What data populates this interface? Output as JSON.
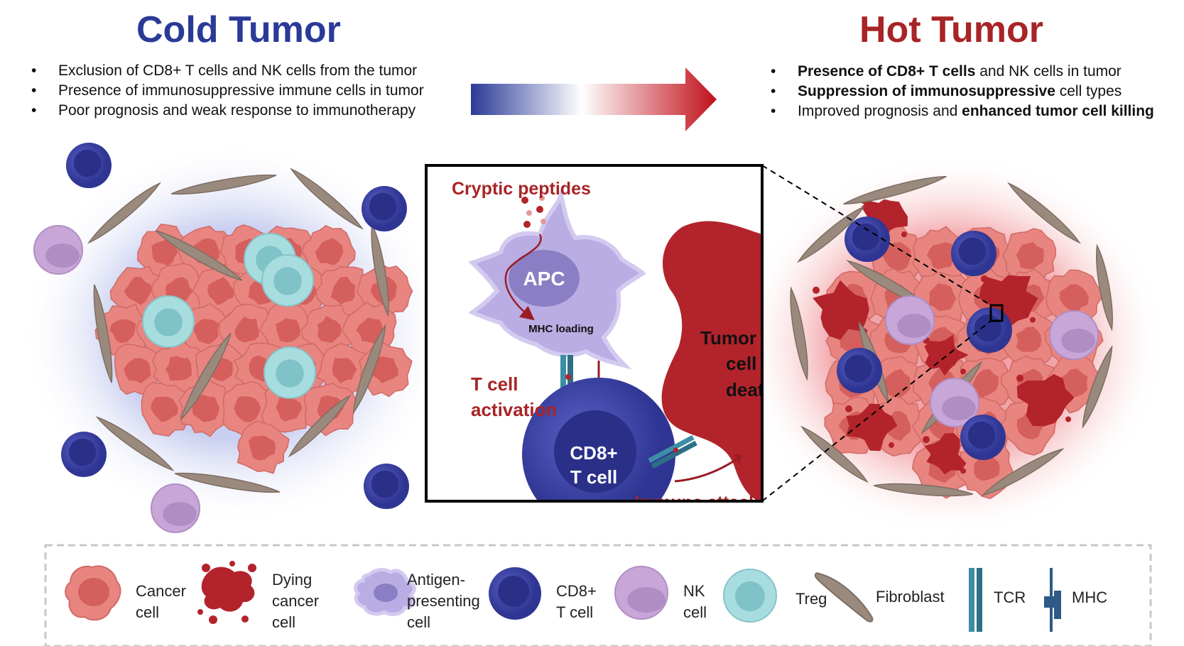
{
  "cold": {
    "title": "Cold Tumor",
    "bullets": [
      "Exclusion of CD8+ T cells and NK cells from the tumor",
      "Presence of immunosuppressive immune cells in tumor",
      "Poor prognosis and weak response to immunotherapy"
    ]
  },
  "hot": {
    "title": "Hot Tumor",
    "bullets": [
      {
        "bold": "Presence of CD8+ T cells",
        "rest": " and NK cells in tumor"
      },
      {
        "bold": "Suppression of immunosuppressive",
        "rest": " cell types"
      },
      {
        "pre": "Improved prognosis and ",
        "bold": "enhanced tumor cell killing"
      }
    ]
  },
  "inset": {
    "cryptic": "Cryptic peptides",
    "apc": "APC",
    "mhc_loading": "MHC loading",
    "t_cell_activation_1": "T cell",
    "t_cell_activation_2": "activation",
    "cd8_1": "CD8+",
    "cd8_2": "T cell",
    "tumor_1": "Tumor",
    "tumor_2": "cell",
    "tumor_3": "death",
    "immune_attack": "Immune attack"
  },
  "legend": {
    "cancer": [
      "Cancer",
      "cell"
    ],
    "dying": [
      "Dying",
      "cancer",
      "cell"
    ],
    "apc": [
      "Antigen-",
      "presenting",
      "cell"
    ],
    "cd8": [
      "CD8+",
      "T cell"
    ],
    "nk": [
      "NK",
      "cell"
    ],
    "treg": "Treg",
    "fibroblast": "Fibroblast",
    "tcr": "TCR",
    "mhc": "MHC"
  },
  "colors": {
    "cold": "#2b3a97",
    "hot": "#a82426",
    "cancer": "#e88580",
    "dying": "#b3232b",
    "cd8": "#3c42a8",
    "nk": "#c9a6d8",
    "treg": "#a8dde0",
    "fibroblast": "#9a8a7e",
    "apc": "#b9ade4"
  }
}
